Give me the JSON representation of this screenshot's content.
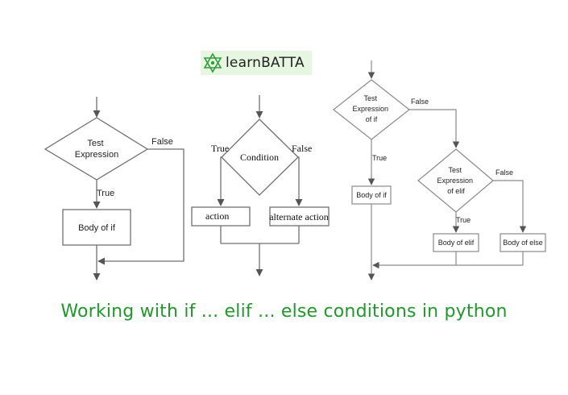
{
  "logo": {
    "text": "learnBATTA",
    "icon": "hexagram-logo-icon"
  },
  "caption": "Working with if ... elif ... else conditions in python",
  "flow_if": {
    "decision": [
      "Test",
      "Expression"
    ],
    "false_label": "False",
    "true_label": "True",
    "body": "Body of if"
  },
  "flow_if_else": {
    "decision": "Condition",
    "true_label": "True",
    "false_label": "False",
    "action": "action",
    "alternate": "alternate action"
  },
  "flow_elif": {
    "decision_if": [
      "Test",
      "Expression",
      "of if"
    ],
    "false_1": "False",
    "true_1": "True",
    "body_if": "Body of if",
    "decision_elif": [
      "Test",
      "Expression",
      "of elif"
    ],
    "false_2": "False",
    "true_2": "True",
    "body_elif": "Body of elif",
    "body_else": "Body of else"
  },
  "colors": {
    "line": "#707070",
    "caption": "#1f9a2a",
    "logo_bg": "#e6f6e0"
  }
}
